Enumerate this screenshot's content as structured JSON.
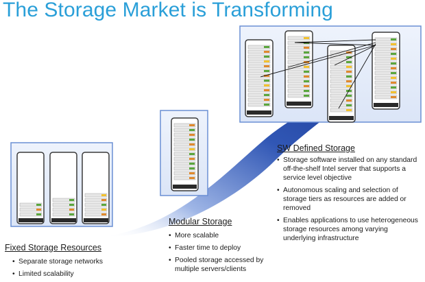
{
  "title": "The Storage Market is Transforming",
  "sections": {
    "fixed": {
      "title": "Fixed Storage Resources",
      "bullets": [
        "Separate storage networks",
        "Limited scalability"
      ]
    },
    "modular": {
      "title": "Modular Storage",
      "bullets": [
        "More scalable",
        "Faster time to deploy",
        "Pooled storage accessed by multiple servers/clients"
      ]
    },
    "sds": {
      "title": "SW Defined Storage",
      "bullets": [
        "Storage software installed on any standard off-the-shelf Intel server that supports a service level objective",
        "Autonomous scaling and selection of storage tiers as resources are added or removed",
        "Enables applications to use heterogeneous storage resources among varying underlying infrastructure"
      ]
    }
  },
  "colors": {
    "title": "#2a9fd8",
    "arrow": "#1d3f9c",
    "box_border": "#6a8fd4",
    "drive_green": "#5aa63c",
    "drive_orange": "#e0892c",
    "drive_yellow": "#f2c12e"
  }
}
